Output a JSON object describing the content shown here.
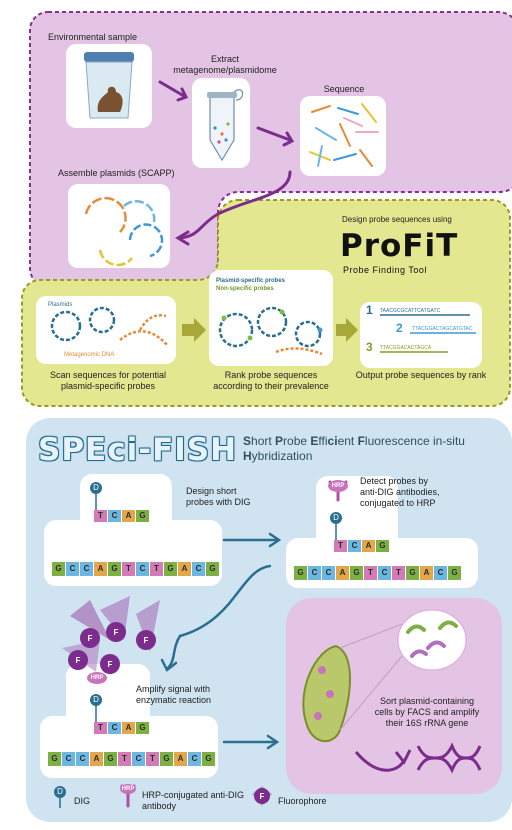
{
  "colors": {
    "purple_panel": "#e3c4e4",
    "purple_border": "#8a2d8f",
    "yellow_panel": "#e3e790",
    "yellow_border": "#9a9a22",
    "blue_panel": "#cfe3f1",
    "arrow_purple": "#7b2c8c",
    "arrow_olive": "#a7a73a",
    "arrow_blue": "#2a6f8f"
  },
  "top": {
    "environmental_sample": "Environmental sample",
    "extract": "Extract\nmetagenome/plasmidome",
    "sequence": "Sequence",
    "assemble": "Assemble plasmids (SCAPP)",
    "design_using": "Design probe sequences using",
    "profit_logo": "ProFiT",
    "profit_tool": "Probe Finding Tool",
    "plasmids_label": "Plasmids",
    "metagenomic_dna_label": "Metagenomic DNA",
    "plasmid_specific_probes": "Plasmid-specific probes",
    "non_specific_probes": "Non-specific probes",
    "scan": "Scan sequences for potential\nplasmid-specific probes",
    "rank": "Rank probe sequences\naccording to their prevalence",
    "output": "Output probe sequences by rank",
    "rank_numbers": [
      "1",
      "2",
      "3"
    ],
    "rank_seqs": [
      "TAACGCGCATTCATGATC",
      "TTACGGACTAGCATGTAC",
      "TTACGGACACTAGCA"
    ]
  },
  "bottom": {
    "speci_fish": "SPEci-FISH",
    "subtitle_parts": [
      {
        "t": "S",
        "b": true
      },
      {
        "t": "hort ",
        "b": false
      },
      {
        "t": "P",
        "b": true
      },
      {
        "t": "robe ",
        "b": false
      },
      {
        "t": "E",
        "b": true
      },
      {
        "t": "ffi",
        "b": false
      },
      {
        "t": "ci",
        "b": true
      },
      {
        "t": "ent ",
        "b": false
      },
      {
        "t": "F",
        "b": true
      },
      {
        "t": "luorescence ",
        "b": false
      },
      {
        "t": "i",
        "b": false
      },
      {
        "t": "n-situ ",
        "b": false
      },
      {
        "t": "H",
        "b": true
      },
      {
        "t": "ybridization",
        "b": false
      }
    ],
    "design_short": "Design short\nprobes with DIG",
    "detect": "Detect probes by\nanti-DIG antibodies,\nconjugated to HRP",
    "amplify": "Amplify signal with\nenzymatic reaction",
    "sort": "Sort plasmid-containing\ncells by FACS and amplify\ntheir 16S rRNA gene",
    "probe_bases": [
      "T",
      "C",
      "A",
      "G"
    ],
    "target_bases": [
      "G",
      "C",
      "C",
      "A",
      "G",
      "T",
      "C",
      "T",
      "G",
      "A",
      "C",
      "G"
    ],
    "dig_letter": "D",
    "hrp_label": "HRP",
    "fluor_letter": "F",
    "legend_dig": "DIG",
    "legend_hrp": "HRP-conjugated anti-DIG\nantibody",
    "legend_fluor": "Fluorophore"
  }
}
